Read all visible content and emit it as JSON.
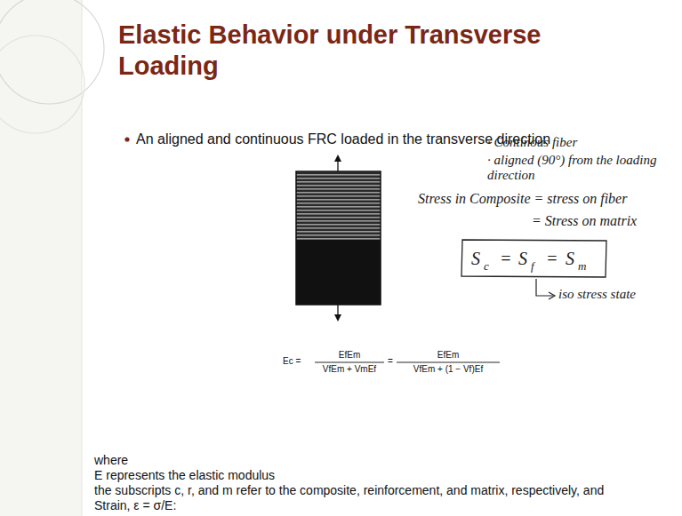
{
  "diagram": {
    "title": "Elastic Behavior under Transverse Loading",
    "labels": [
      "An aligned and continuous FRC loaded in the transverse direction",
      "· Continous fiber",
      "· aligned (90°) from the loading direction",
      "Stress in Composite = stress on fiber",
      "= Stress on matrix",
      "S",
      "c",
      "=",
      "S",
      "f",
      "=",
      "S",
      "m",
      "iso stress state",
      "Ec =",
      "EfEm",
      "VfEm + VmEf",
      "=",
      "EfEm",
      "VfEm + (1 − Vf)Ef",
      "where",
      "E represents the elastic modulus",
      "the subscripts c, r, and m refer to the composite, reinforcement, and matrix, respectively, and",
      "Strain, ε = σ/E:"
    ]
  }
}
